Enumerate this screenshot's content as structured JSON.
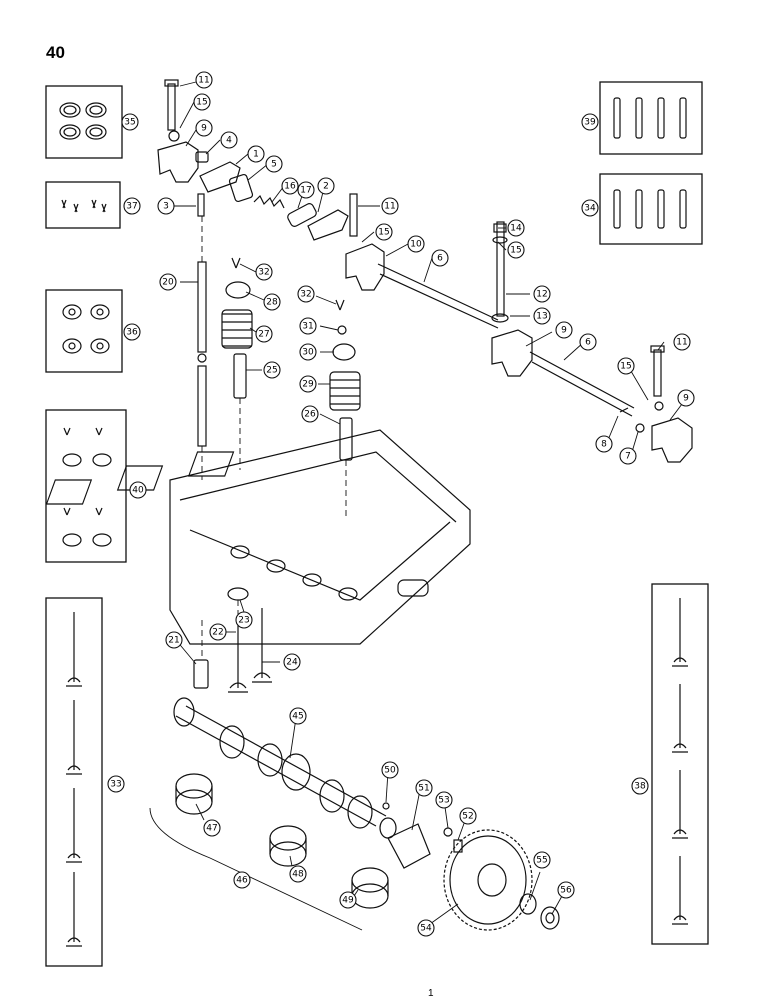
{
  "page": {
    "number": "40",
    "footer_mark": "1"
  },
  "callouts": [
    {
      "id": "c1",
      "label": "1"
    },
    {
      "id": "c2",
      "label": "2"
    },
    {
      "id": "c3",
      "label": "3"
    },
    {
      "id": "c4",
      "label": "4"
    },
    {
      "id": "c5",
      "label": "5"
    },
    {
      "id": "c6a",
      "label": "6"
    },
    {
      "id": "c6b",
      "label": "6"
    },
    {
      "id": "c7",
      "label": "7"
    },
    {
      "id": "c8",
      "label": "8"
    },
    {
      "id": "c9a",
      "label": "9"
    },
    {
      "id": "c9b",
      "label": "9"
    },
    {
      "id": "c9c",
      "label": "9"
    },
    {
      "id": "c10",
      "label": "10"
    },
    {
      "id": "c11a",
      "label": "11"
    },
    {
      "id": "c11b",
      "label": "11"
    },
    {
      "id": "c11c",
      "label": "11"
    },
    {
      "id": "c12",
      "label": "12"
    },
    {
      "id": "c13",
      "label": "13"
    },
    {
      "id": "c14",
      "label": "14"
    },
    {
      "id": "c15a",
      "label": "15"
    },
    {
      "id": "c15b",
      "label": "15"
    },
    {
      "id": "c15c",
      "label": "15"
    },
    {
      "id": "c15d",
      "label": "15"
    },
    {
      "id": "c16",
      "label": "16"
    },
    {
      "id": "c17",
      "label": "17"
    },
    {
      "id": "c20",
      "label": "20"
    },
    {
      "id": "c21",
      "label": "21"
    },
    {
      "id": "c22",
      "label": "22"
    },
    {
      "id": "c23",
      "label": "23"
    },
    {
      "id": "c24",
      "label": "24"
    },
    {
      "id": "c25",
      "label": "25"
    },
    {
      "id": "c26",
      "label": "26"
    },
    {
      "id": "c27",
      "label": "27"
    },
    {
      "id": "c28",
      "label": "28"
    },
    {
      "id": "c29",
      "label": "29"
    },
    {
      "id": "c30",
      "label": "30"
    },
    {
      "id": "c31",
      "label": "31"
    },
    {
      "id": "c32a",
      "label": "32"
    },
    {
      "id": "c32b",
      "label": "32"
    },
    {
      "id": "c33",
      "label": "33"
    },
    {
      "id": "c34",
      "label": "34"
    },
    {
      "id": "c35",
      "label": "35"
    },
    {
      "id": "c36",
      "label": "36"
    },
    {
      "id": "c37",
      "label": "37"
    },
    {
      "id": "c38",
      "label": "38"
    },
    {
      "id": "c39",
      "label": "39"
    },
    {
      "id": "c40",
      "label": "40"
    },
    {
      "id": "c45",
      "label": "45"
    },
    {
      "id": "c46",
      "label": "46"
    },
    {
      "id": "c47",
      "label": "47"
    },
    {
      "id": "c48",
      "label": "48"
    },
    {
      "id": "c49",
      "label": "49"
    },
    {
      "id": "c50",
      "label": "50"
    },
    {
      "id": "c51",
      "label": "51"
    },
    {
      "id": "c52",
      "label": "52"
    },
    {
      "id": "c53",
      "label": "53"
    },
    {
      "id": "c54",
      "label": "54"
    },
    {
      "id": "c55",
      "label": "55"
    },
    {
      "id": "c56",
      "label": "56"
    }
  ]
}
